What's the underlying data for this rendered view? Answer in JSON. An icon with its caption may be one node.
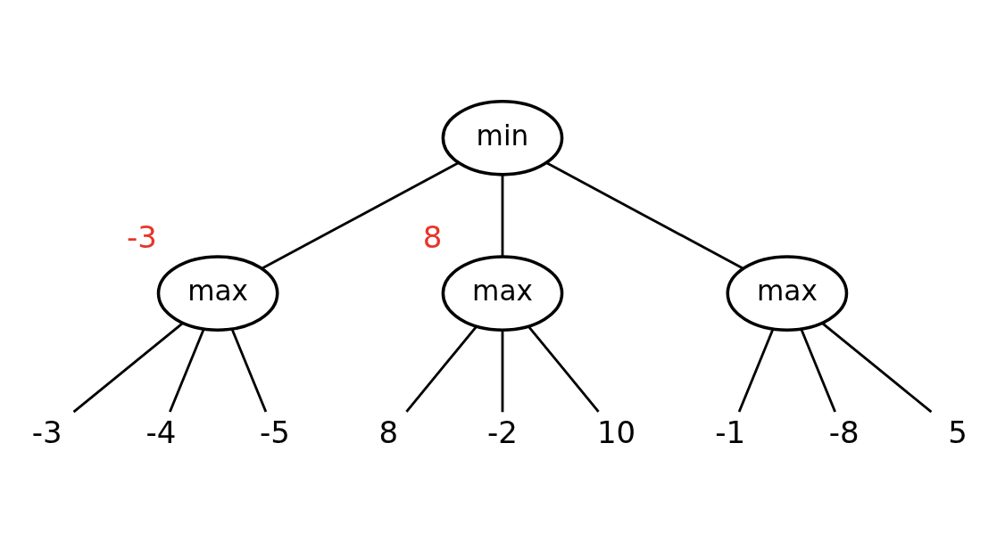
{
  "diagram": {
    "nodes": [
      {
        "text": [
          "min"
        ]
      },
      {
        "text": [
          "max"
        ],
        "beside": [
          "-3"
        ]
      },
      {
        "text": [
          "max"
        ],
        "beside": [
          "8"
        ]
      },
      {
        "text": [
          "max"
        ]
      },
      {
        "text": [
          "-3"
        ]
      },
      {
        "text": [
          "-4"
        ]
      },
      {
        "text": [
          "-5"
        ]
      },
      {
        "text": [
          "8"
        ]
      },
      {
        "text": [
          "-2"
        ]
      },
      {
        "text": [
          "10"
        ]
      },
      {
        "text": [
          "-1"
        ]
      },
      {
        "text": [
          "-8"
        ]
      },
      {
        "text": [
          "5"
        ]
      }
    ],
    "edges": [
      {
        "from": 0,
        "to": 1,
        "arrow": "none"
      },
      {
        "from": 0,
        "to": 2,
        "arrow": "none"
      },
      {
        "from": 0,
        "to": 3,
        "arrow": "none"
      },
      {
        "from": 1,
        "to": 4,
        "arrow": "none"
      },
      {
        "from": 1,
        "to": 5,
        "arrow": "none"
      },
      {
        "from": 1,
        "to": 6,
        "arrow": "none"
      },
      {
        "from": 2,
        "to": 7,
        "arrow": "none"
      },
      {
        "from": 2,
        "to": 8,
        "arrow": "none"
      },
      {
        "from": 2,
        "to": 9,
        "arrow": "none"
      },
      {
        "from": 3,
        "to": 10,
        "arrow": "none"
      },
      {
        "from": 3,
        "to": 11,
        "arrow": "none"
      },
      {
        "from": 3,
        "to": 12,
        "arrow": "none"
      }
    ]
  }
}
